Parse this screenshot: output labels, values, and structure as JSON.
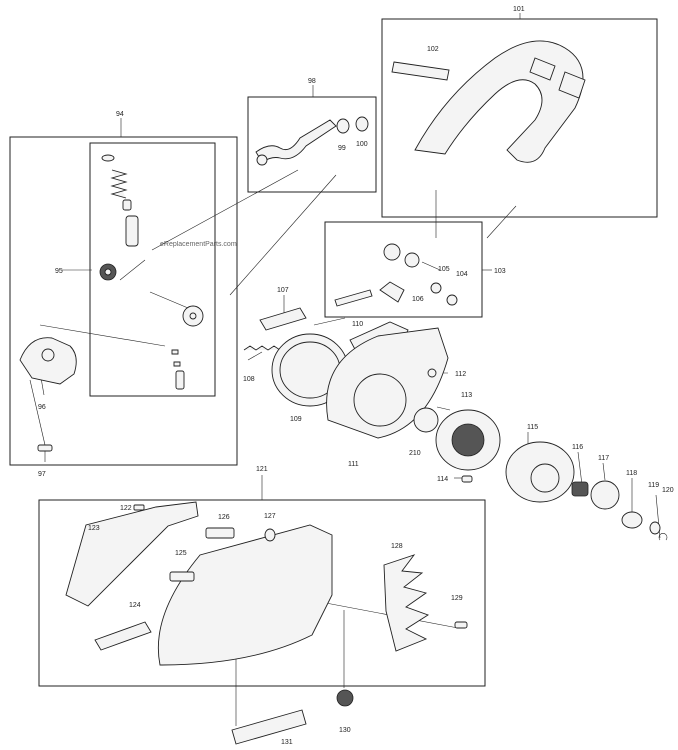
{
  "watermark": "eReplacementParts.com",
  "callouts": {
    "c94": "94",
    "c95": "95",
    "c96": "96",
    "c97": "97",
    "c98": "98",
    "c99": "99",
    "c100": "100",
    "c101": "101",
    "c102": "102",
    "c103": "103",
    "c104": "104",
    "c105": "105",
    "c106": "106",
    "c107": "107",
    "c108": "108",
    "c109": "109",
    "c110": "110",
    "c111": "111",
    "c112": "112",
    "c113": "113",
    "c114": "114",
    "c115": "115",
    "c116": "116",
    "c117": "117",
    "c118": "118",
    "c119": "119",
    "c120": "120",
    "c121": "121",
    "c122": "122",
    "c123": "123",
    "c124": "124",
    "c125": "125",
    "c126": "126",
    "c127": "127",
    "c128": "128",
    "c129": "129",
    "c130": "130",
    "c131": "131",
    "c210": "210"
  }
}
